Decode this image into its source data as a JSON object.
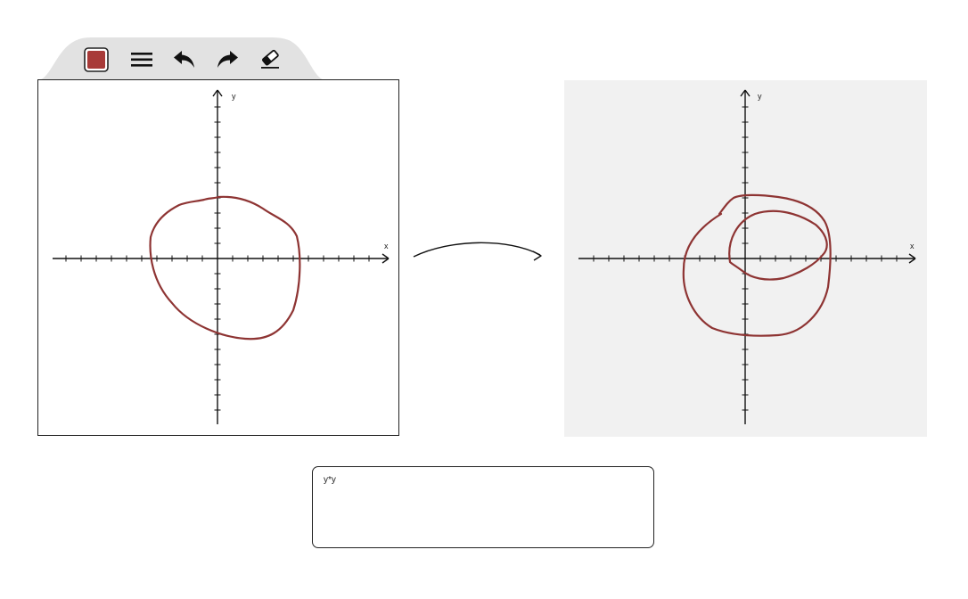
{
  "colors": {
    "stroke": "#8e3433",
    "swatch": "#a83a38",
    "toolbar_bg": "#e2e2e2",
    "output_bg": "#f1f1f1",
    "axis": "#111111"
  },
  "toolbar": {
    "tools": [
      {
        "name": "color-swatch",
        "icon": "square-swatch"
      },
      {
        "name": "stroke-width",
        "icon": "menu-lines-icon"
      },
      {
        "name": "undo",
        "icon": "undo-arrow-icon"
      },
      {
        "name": "redo",
        "icon": "redo-arrow-icon"
      },
      {
        "name": "eraser",
        "icon": "eraser-icon"
      }
    ]
  },
  "canvas": {
    "x_label": "x",
    "y_label": "y"
  },
  "output": {
    "x_label": "x",
    "y_label": "y"
  },
  "expression": {
    "value": "y*y"
  }
}
